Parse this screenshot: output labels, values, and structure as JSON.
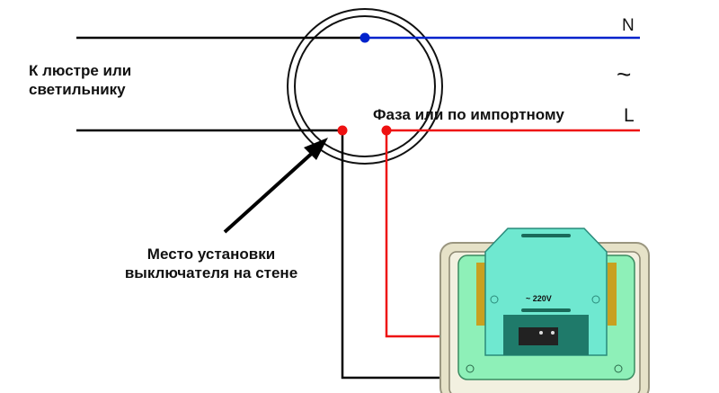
{
  "labels": {
    "neutral": "N",
    "ac_symbol": "~",
    "phase": "L",
    "chandelier": "К люстре или светильнику",
    "chandelier_line1": "К люстре или",
    "chandelier_line2": "светильнику",
    "phase_note": "Фаза или по импортному",
    "switch_place_line1": "Место установки",
    "switch_place_line2": "выключателя на стене",
    "switch_rating": "~ 220V"
  },
  "colors": {
    "neutral_wire": "#0022cc",
    "phase_wire": "#ee1111",
    "ground_wire": "#000000",
    "switch_body": "#6fe8d0",
    "switch_plate": "#8ef0b8",
    "frame": "#e6e2c8"
  }
}
